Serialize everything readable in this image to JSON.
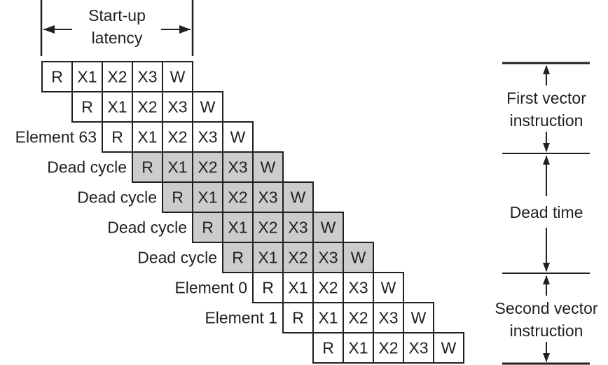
{
  "startup_latency": {
    "line1": "Start-up",
    "line2": "latency"
  },
  "stage_labels": [
    "R",
    "X1",
    "X2",
    "X3",
    "W"
  ],
  "rows": [
    {
      "label": "",
      "dead": false
    },
    {
      "label": "",
      "dead": false
    },
    {
      "label": "Element 63",
      "dead": false
    },
    {
      "label": "Dead cycle",
      "dead": true
    },
    {
      "label": "Dead cycle",
      "dead": true
    },
    {
      "label": "Dead cycle",
      "dead": true
    },
    {
      "label": "Dead cycle",
      "dead": true
    },
    {
      "label": "Element 0",
      "dead": false
    },
    {
      "label": "Element 1",
      "dead": false
    },
    {
      "label": "",
      "dead": false
    }
  ],
  "right_annotations": {
    "first_vector": {
      "line1": "First vector",
      "line2": "instruction"
    },
    "dead_time": "Dead time",
    "second_vector": {
      "line1": "Second vector",
      "line2": "instruction"
    }
  },
  "colors": {
    "dead_fill": "#cccccc",
    "line": "#231f20",
    "text": "#231f20",
    "background": "#ffffff"
  }
}
